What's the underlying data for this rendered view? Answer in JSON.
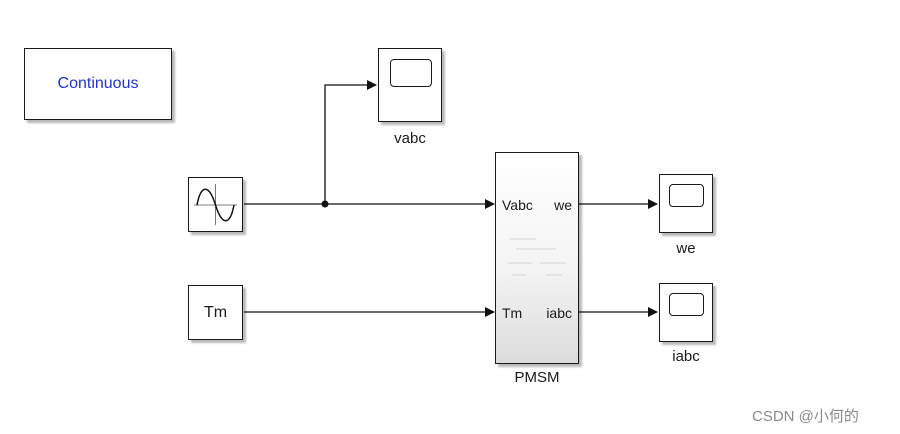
{
  "powergui": {
    "label": "Continuous"
  },
  "source_block": {
    "icon": "sine-wave-icon"
  },
  "torque_block": {
    "label": "Tm"
  },
  "pmsm": {
    "name": "PMSM",
    "inputs": [
      "Vabc",
      "Tm"
    ],
    "outputs": [
      "we",
      "iabc"
    ]
  },
  "scopes": [
    {
      "name": "vabc",
      "icon": "scope-icon"
    },
    {
      "name": "we",
      "icon": "scope-icon"
    },
    {
      "name": "iabc",
      "icon": "scope-icon"
    }
  ],
  "watermark": "CSDN @小何的"
}
